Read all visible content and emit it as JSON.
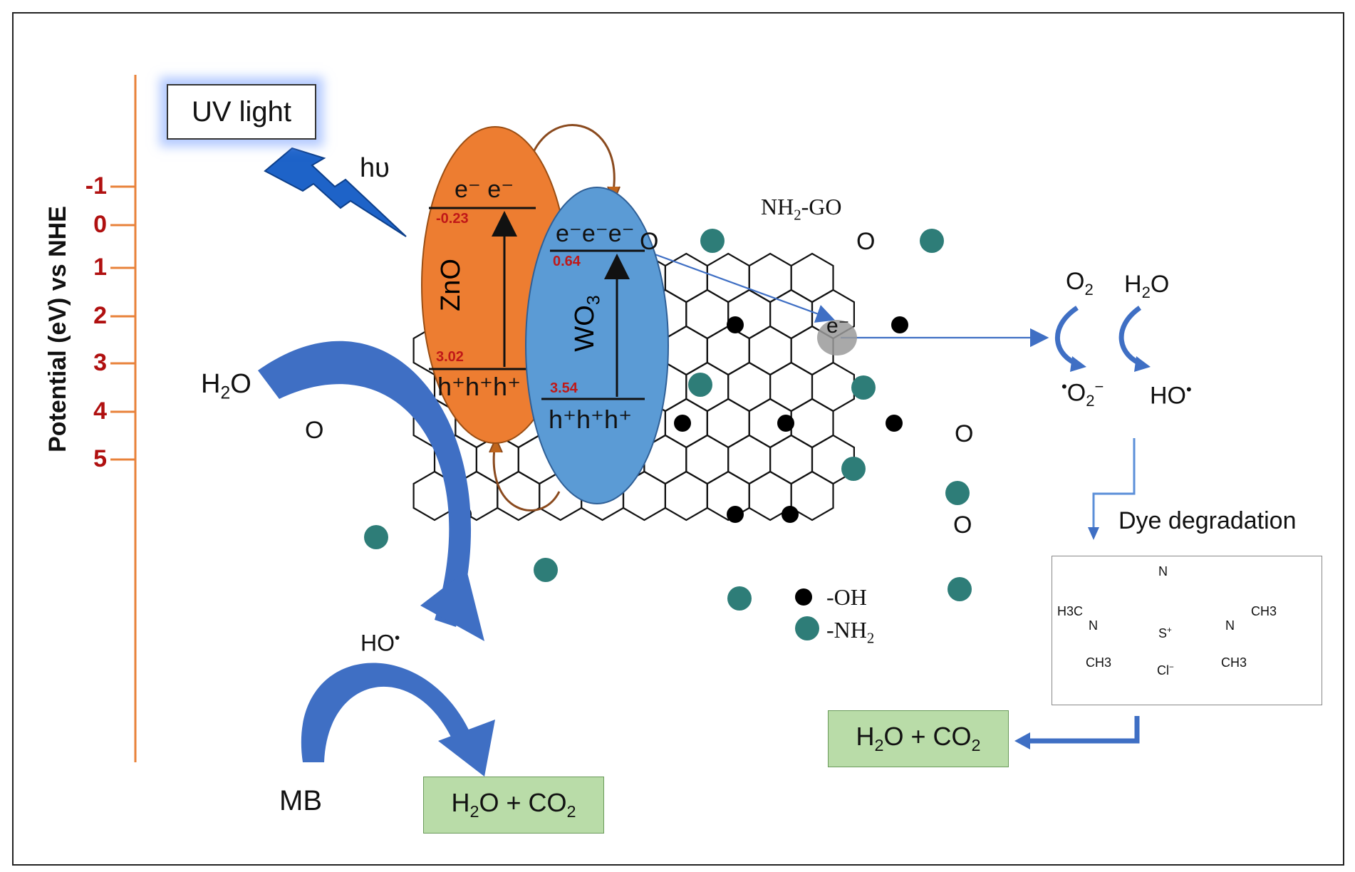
{
  "axis": {
    "label": "Potential (eV) vs NHE",
    "ticks": [
      "-1",
      "0",
      "1",
      "2",
      "3",
      "4",
      "5"
    ]
  },
  "light": {
    "source": "UV light",
    "photon": "hυ"
  },
  "zno": {
    "name": "ZnO",
    "electrons": "e⁻ e⁻",
    "cb_value": "-0.23",
    "vb_value": "3.02",
    "holes": "h⁺h⁺h⁺"
  },
  "wo3": {
    "name": "WO",
    "name_sub": "3",
    "electrons": "e⁻e⁻e⁻",
    "cb_value": "0.64",
    "vb_value": "3.54",
    "holes": "h⁺h⁺h⁺"
  },
  "support": {
    "name": "NH",
    "name_sub": "2",
    "name_suffix": "-GO",
    "electron": "e⁻",
    "oxygen": "O"
  },
  "legend": {
    "oh": "-OH",
    "nh2": "-NH",
    "nh2_sub": "2"
  },
  "left_reaction": {
    "water": "H",
    "water_sub": "2",
    "water_suffix": "O",
    "radical": "HO",
    "dye": "MB",
    "product": "H2O + CO2"
  },
  "right_reaction": {
    "o2": "O",
    "o2_sub": "2",
    "h2o": "H",
    "h2o_sub": "2",
    "h2o_suffix": "O",
    "superoxide": "O",
    "superoxide_sub": "2",
    "hydroxyl": "HO",
    "degradation": "Dye degradation",
    "product": "H2O + CO2"
  },
  "molecule": {
    "n": "N",
    "s": "S",
    "cl": "Cl",
    "left_methyl": "H3C",
    "right_methyl": "CH3",
    "bottom_methyl": "CH3"
  },
  "colors": {
    "axis": "#e8823a",
    "tick_labels": "#b01010",
    "zno": "#ed7d31",
    "wo3": "#5b9bd5",
    "arrows": "#3f6fc4",
    "brown_arrow": "#8a4a1e",
    "teal_dot": "#2e7d78",
    "green_box": "#b9dca8"
  }
}
